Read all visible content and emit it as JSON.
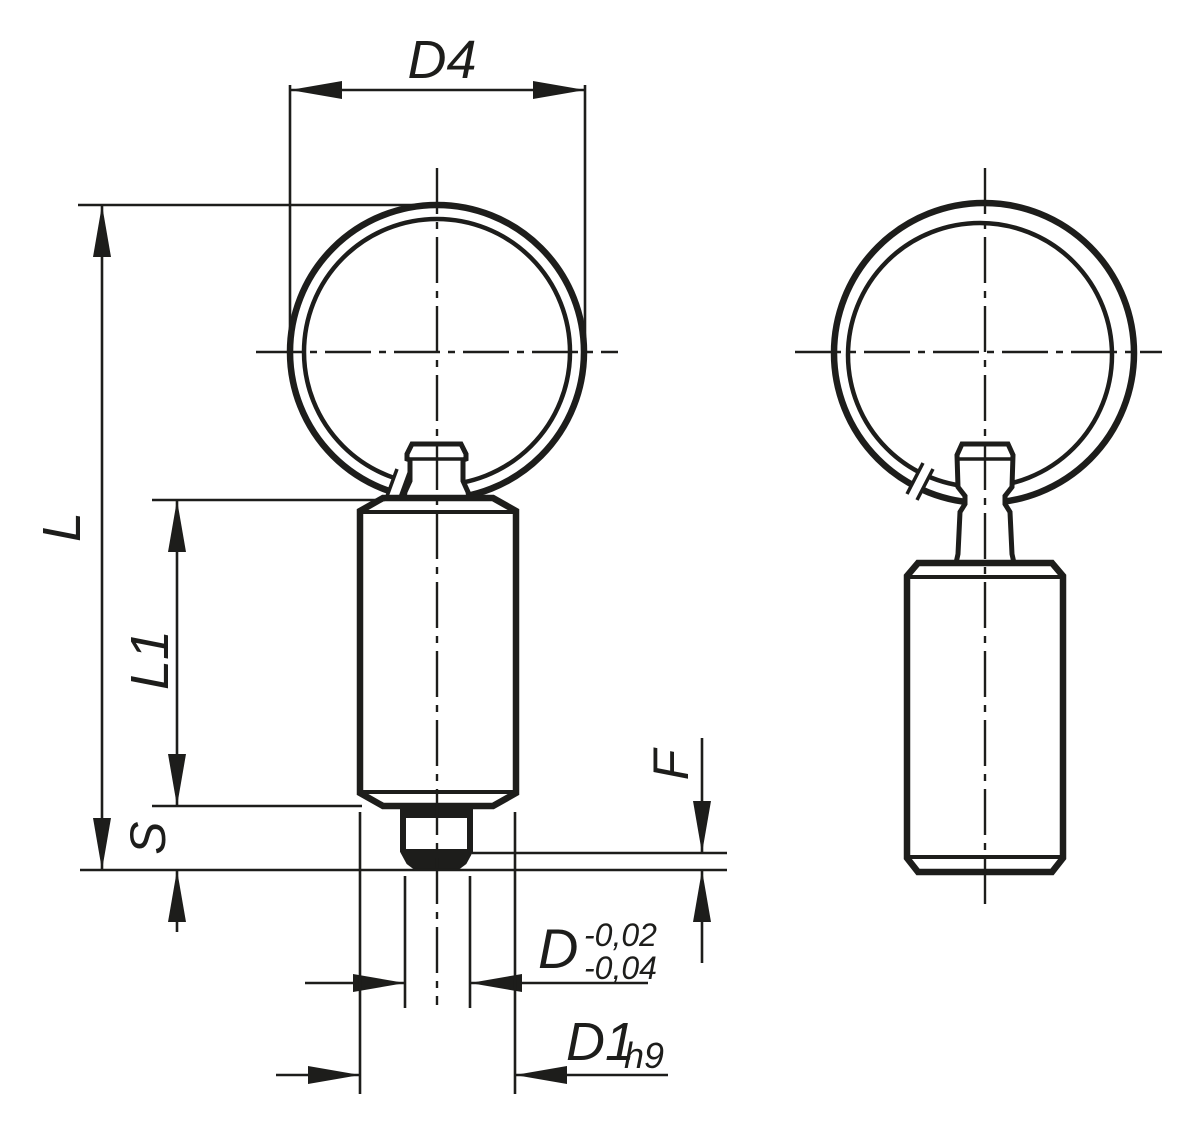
{
  "drawing": {
    "background": "#ffffff",
    "line_color": "#1d1d1b",
    "labels": {
      "d4": "D4",
      "l": "L",
      "l1": "L1",
      "s": "S",
      "f": "F",
      "d": "D",
      "d_tolerance_upper": "-0,02",
      "d_tolerance_lower": "-0,04",
      "d1": "D1",
      "d1_tolerance": "h9"
    }
  }
}
